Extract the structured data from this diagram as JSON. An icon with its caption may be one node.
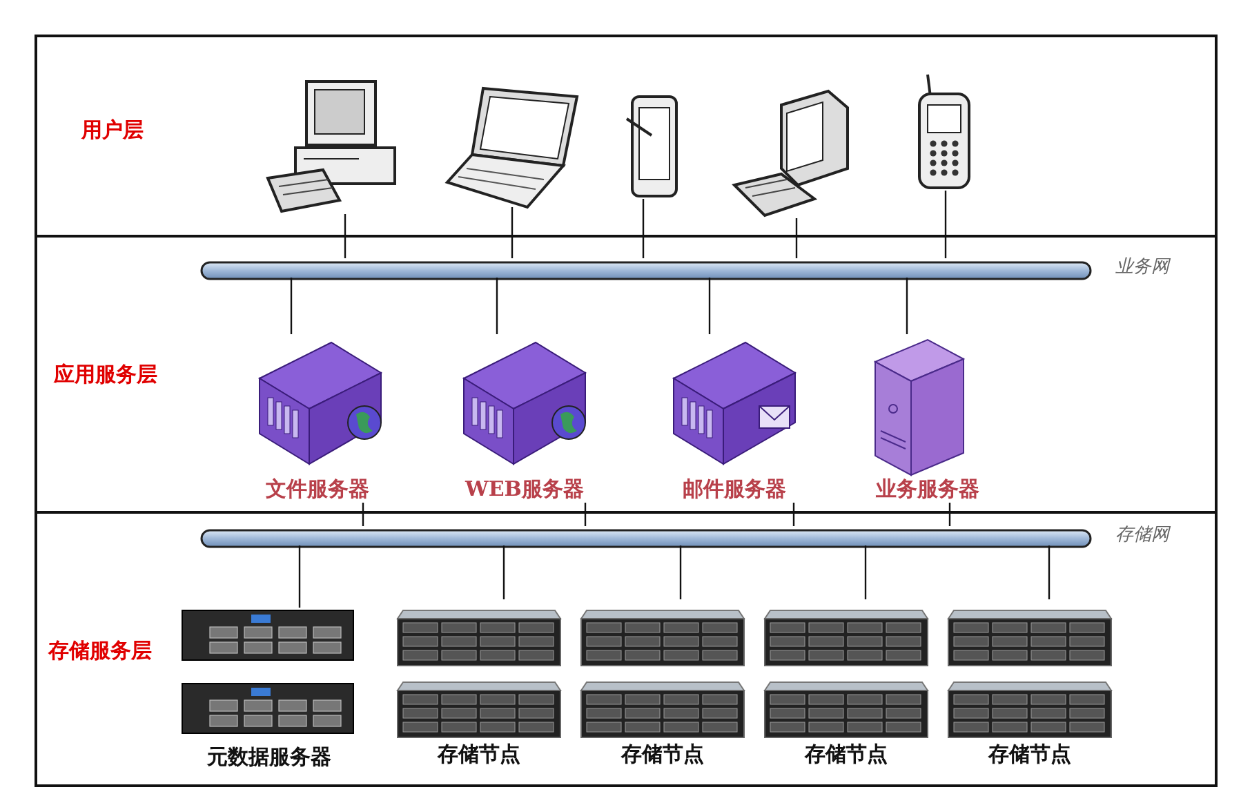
{
  "diagram": {
    "nodes": [
      {
        "text": [
          "用户层"
        ]
      },
      {
        "text": [],
        "shape": "picture",
        "in": 0
      },
      {
        "text": [],
        "shape": "picture",
        "in": 0
      },
      {
        "text": [],
        "shape": "picture",
        "in": 0
      },
      {
        "text": [],
        "shape": "picture",
        "in": 0
      },
      {
        "text": [],
        "shape": "picture",
        "in": 0
      },
      {
        "text": [
          "应用服务层"
        ]
      },
      {
        "text": [],
        "shape": "bar",
        "beside": [
          "业务网"
        ],
        "in": 6
      },
      {
        "text": [
          "文件服务器"
        ],
        "in": 6
      },
      {
        "text": [
          "WEB服务器"
        ],
        "in": 6
      },
      {
        "text": [
          "邮件服务器"
        ],
        "in": 6
      },
      {
        "text": [
          "业务服务器"
        ],
        "in": 6
      },
      {
        "text": [
          "存储服务层"
        ]
      },
      {
        "text": [],
        "shape": "bar",
        "beside": [
          "存储网"
        ],
        "in": 12
      },
      {
        "text": [
          "元数据服务器"
        ],
        "in": 12
      },
      {
        "text": [
          "存储节点"
        ],
        "in": 12
      },
      {
        "text": [
          "存储节点"
        ],
        "in": 12
      },
      {
        "text": [
          "存储节点"
        ],
        "in": 12
      },
      {
        "text": [
          "存储节点"
        ],
        "in": 12
      }
    ],
    "edges": [
      {
        "from": 1,
        "to": 7,
        "arrow": "none"
      },
      {
        "from": 2,
        "to": 7,
        "arrow": "none"
      },
      {
        "from": 3,
        "to": 7,
        "arrow": "none"
      },
      {
        "from": 4,
        "to": 7,
        "arrow": "none"
      },
      {
        "from": 5,
        "to": 7,
        "arrow": "none"
      },
      {
        "from": 7,
        "to": 8,
        "arrow": "none"
      },
      {
        "from": 7,
        "to": 9,
        "arrow": "none"
      },
      {
        "from": 7,
        "to": 10,
        "arrow": "none"
      },
      {
        "from": 7,
        "to": 11,
        "arrow": "none"
      },
      {
        "from": 8,
        "to": 13,
        "arrow": "none"
      },
      {
        "from": 9,
        "to": 13,
        "arrow": "none"
      },
      {
        "from": 10,
        "to": 13,
        "arrow": "none"
      },
      {
        "from": 11,
        "to": 13,
        "arrow": "none"
      },
      {
        "from": 13,
        "to": 14,
        "arrow": "none"
      },
      {
        "from": 13,
        "to": 15,
        "arrow": "none"
      },
      {
        "from": 13,
        "to": 16,
        "arrow": "none"
      },
      {
        "from": 13,
        "to": 17,
        "arrow": "none"
      },
      {
        "from": 13,
        "to": 18,
        "arrow": "none"
      }
    ]
  }
}
